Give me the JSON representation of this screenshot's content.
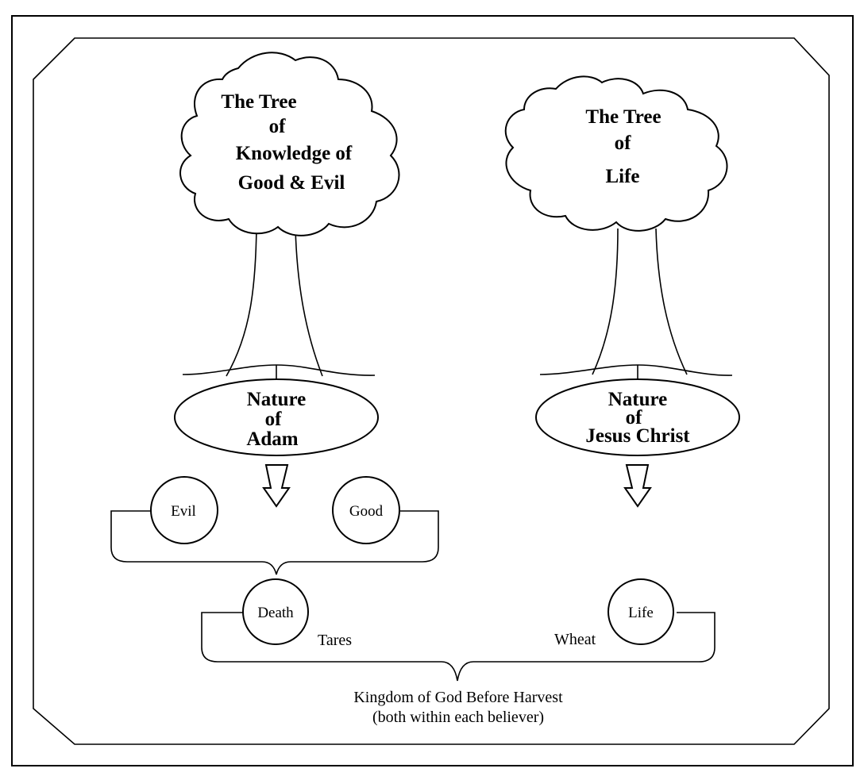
{
  "trees": {
    "left": {
      "title_lines": [
        "The Tree",
        "of",
        "Knowledge of",
        "Good & Evil"
      ],
      "nature_lines": [
        "Nature",
        "of",
        "Adam"
      ]
    },
    "right": {
      "title_lines": [
        "The Tree",
        "of",
        "Life"
      ],
      "nature_lines": [
        "Nature",
        "of",
        "Jesus Christ"
      ]
    }
  },
  "outcomes": {
    "evil": "Evil",
    "good": "Good",
    "death": "Death",
    "life": "Life"
  },
  "labels": {
    "tares": "Tares",
    "wheat": "Wheat"
  },
  "caption": {
    "line1": "Kingdom of God Before Harvest",
    "line2": "(both within each believer)"
  }
}
